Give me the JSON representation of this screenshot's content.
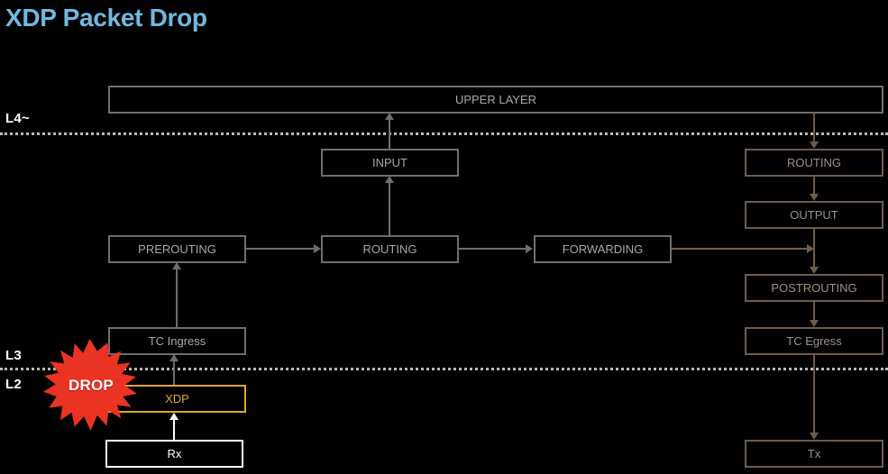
{
  "page": {
    "title": "XDP Packet Drop",
    "title_color": "#71b8e0",
    "background_color": "#000000"
  },
  "layers": [
    {
      "id": "l4",
      "label": "L4~"
    },
    {
      "id": "l3",
      "label": "L3"
    },
    {
      "id": "l2",
      "label": "L2"
    }
  ],
  "nodes": {
    "upper_layer": "UPPER LAYER",
    "input": "INPUT",
    "prerouting": "PREROUTING",
    "routing_left": "ROUTING",
    "forwarding": "FORWARDING",
    "tc_ingress": "TC Ingress",
    "xdp": "XDP",
    "rx": "Rx",
    "routing_right": "ROUTING",
    "output": "OUTPUT",
    "postrouting": "POSTROUTING",
    "tc_egress": "TC Egress",
    "tx": "Tx"
  },
  "annotation": {
    "drop_label": "DROP",
    "drop_color": "#ea3323"
  },
  "colors": {
    "box_border_gray": "#6e6e6e",
    "box_text_gray": "#a8a8a8",
    "box_border_brown": "#6d5c4d",
    "box_text_brown": "#9d9286",
    "xdp_accent": "#e0a828",
    "rx_accent": "#ffffff",
    "separator": "#b9b9b9"
  }
}
